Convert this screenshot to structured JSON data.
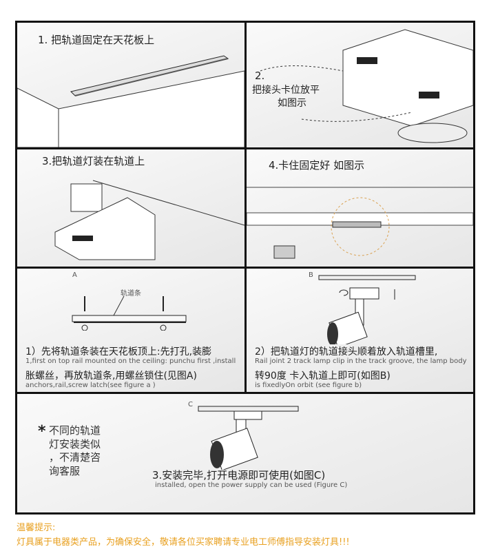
{
  "panels": {
    "step1": {
      "title": "1. 把轨道固定在天花板上"
    },
    "step2": {
      "number": "2.",
      "line1": "把接头卡位放平",
      "line2": "如图示"
    },
    "step3": {
      "title": "3.把轨道灯装在轨道上"
    },
    "step4": {
      "title": "4.卡住固定好  如图示"
    }
  },
  "figure_a": {
    "label": "A",
    "part_label": "轨道条",
    "cn_line1": "1）先将轨道条装在天花板顶上:先打孔,装膨",
    "en_line1": "1,first on top rail mounted on the ceiling: punchu first ,install",
    "cn_line2": "胀螺丝，再放轨道条,用螺丝锁住(见图A)",
    "en_line2": "anchors,rail,screw latch(see figure a )"
  },
  "figure_b": {
    "label": "B",
    "cn_line1": "2）把轨道灯的轨道接头顺着放入轨道槽里,",
    "en_line1": "Rail joint 2 track lamp clip in the track groove, the lamp body",
    "cn_line2": "转90度 卡入轨道上即可(如图B)",
    "en_line2": "is fixedlyOn orbit (see figure b)"
  },
  "figure_c": {
    "label": "C",
    "note_star": "*",
    "note_lines": [
      "不同的轨道",
      "灯安装类似",
      "，不清楚咨",
      "询客服"
    ],
    "cn": "3.安装完毕,打开电源即可使用(如图C)",
    "en": "installed, open the power supply can be used (Figure C)"
  },
  "footer": {
    "title": "温馨提示:",
    "text": "灯具属于电器类产品，为确保安全，敬请各位买家聘请专业电工师傅指导安装灯具!!!",
    "color": "#e8a020"
  }
}
